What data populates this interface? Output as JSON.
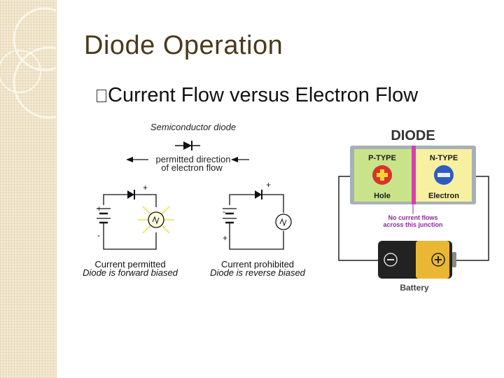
{
  "slide": {
    "title": "Diode Operation",
    "bullet": "Current Flow versus Electron Flow"
  },
  "left_figure": {
    "header": "Semiconductor diode",
    "direction_line1": "permitted direction",
    "direction_line2": "of electron flow",
    "forward": {
      "plus_top": "+",
      "plus_left": "+",
      "minus_left": "-",
      "caption1": "Current permitted",
      "caption2": "Diode is forward biased"
    },
    "reverse": {
      "plus_top": "+",
      "minus_left": "-",
      "plus_left": "+",
      "caption1": "Current prohibited",
      "caption2": "Diode is reverse biased"
    }
  },
  "right_figure": {
    "title": "DIODE",
    "p_type": "P-TYPE",
    "n_type": "N-TYPE",
    "hole": "Hole",
    "electron": "Electron",
    "note_line1": "No current flows",
    "note_line2": "across this junction",
    "battery": "Battery"
  },
  "colors": {
    "title": "#4a3a1c",
    "p_region": "#c9e38a",
    "n_region": "#f7f0a0",
    "junction": "#d63fae",
    "note": "#8a2a9a",
    "sidebar": "#f4ead2"
  }
}
